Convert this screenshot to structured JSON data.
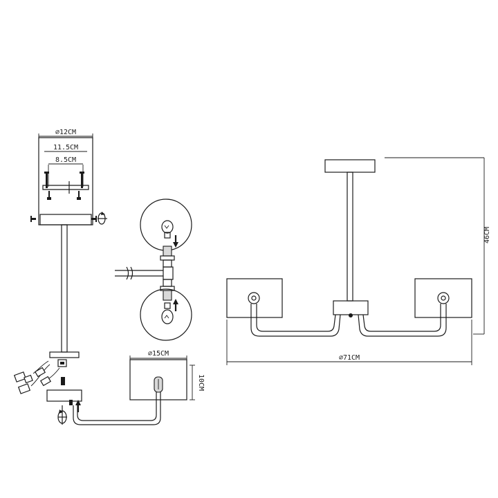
{
  "dimensions": {
    "canopy_diameter": "⌀12CM",
    "bracket_outer": "11.5CM",
    "bracket_inner": "8.5CM",
    "shade_diameter": "⌀15CM",
    "shade_height": "10CM",
    "total_height": "46CM",
    "total_width": "⌀71CM"
  },
  "icons": {
    "screw": "screw-icon",
    "rotate": "rotate-arrow-icon",
    "bulb": "light-bulb-icon",
    "arrow": "direction-arrow-icon"
  }
}
